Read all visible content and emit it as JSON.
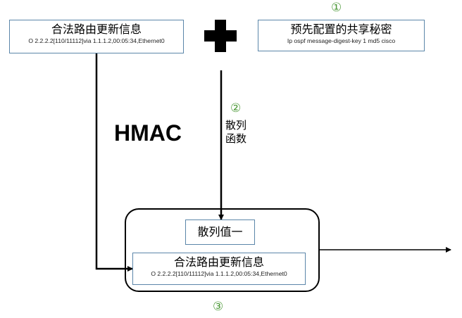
{
  "top_left_box": {
    "title": "合法路由更新信息",
    "detail": "O 2.2.2.2[110/11112]via 1.1.1.2,00:05:34,Ethernet0"
  },
  "top_right_box": {
    "title": "预先配置的共享秘密",
    "detail": "Ip ospf message-digest-key 1 md5 cisco"
  },
  "step_markers": {
    "one": "①",
    "two": "②",
    "three": "③"
  },
  "hash_function_label": {
    "line1": "散列",
    "line2": "函数"
  },
  "hmac_label": "HMAC",
  "hash_value_box": {
    "title": "散列值一"
  },
  "bottom_box": {
    "title": "合法路由更新信息",
    "detail": "O 2.2.2.2[110/11112]via 1.1.1.2,00:05:34,Ethernet0"
  },
  "colors": {
    "box_border": "#5b86a9",
    "step_marker": "#4e9a3a",
    "lines": "#000000"
  }
}
